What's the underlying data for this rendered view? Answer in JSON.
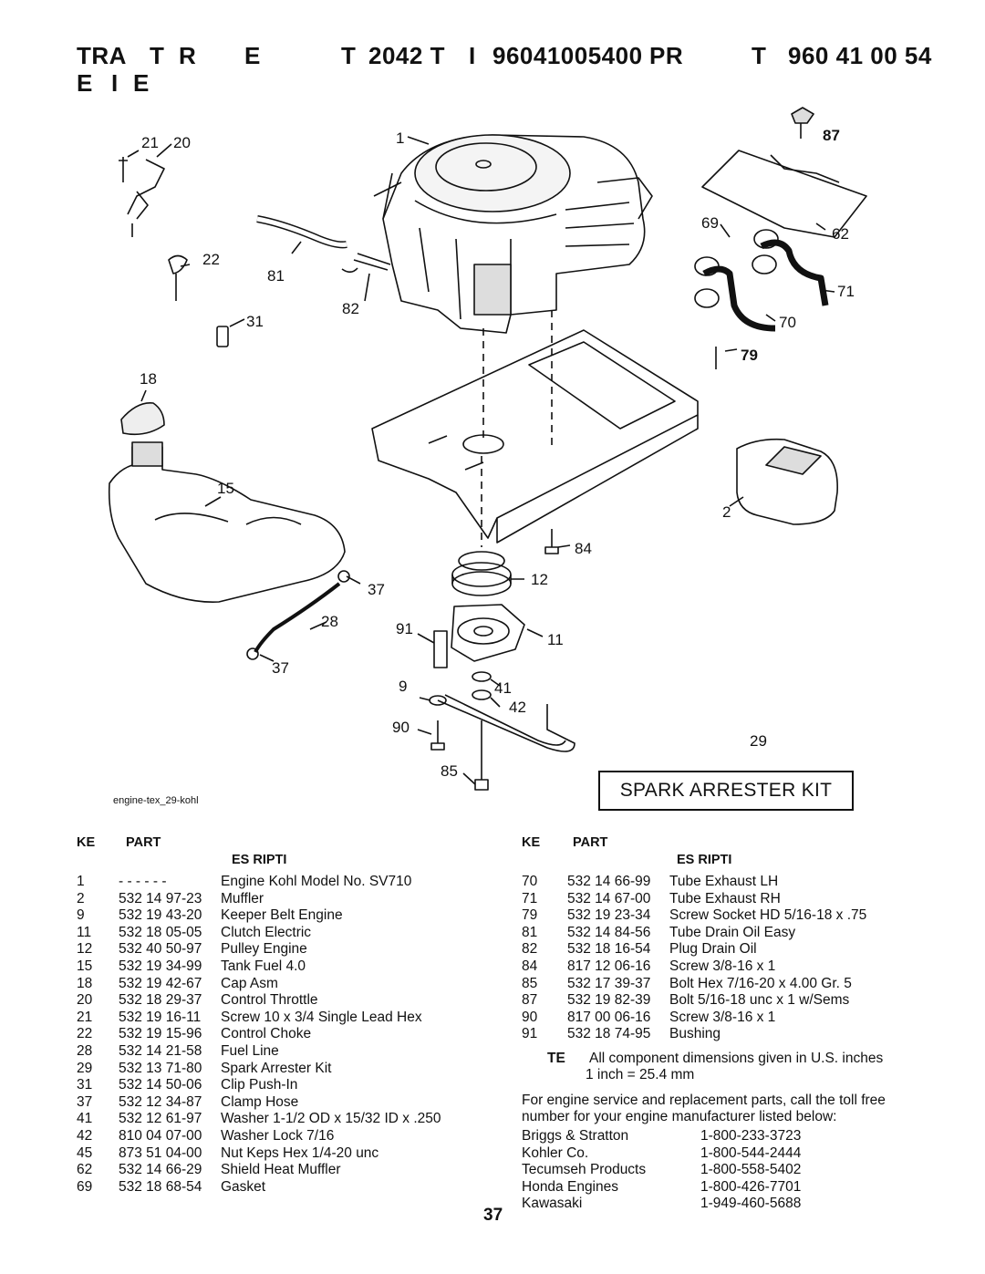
{
  "header": {
    "line1": [
      "TRA",
      "T",
      "R",
      "E",
      "T",
      "2042 T",
      "I",
      "96041005400",
      "PR",
      "T",
      "960 41 00 54"
    ],
    "line2": [
      "E",
      "I",
      "E"
    ]
  },
  "callouts": [
    "21",
    "20",
    "1",
    "87",
    "22",
    "81",
    "82",
    "31",
    "69",
    "62",
    "71",
    "70",
    "79",
    "18",
    "15",
    "2",
    "84",
    "12",
    "37",
    "28",
    "91",
    "11",
    "9",
    "41",
    "42",
    "90",
    "29",
    "85",
    "37"
  ],
  "caption": "engine-tex_29-kohl",
  "kit_label": "SPARK ARRESTER KIT",
  "table_header": {
    "key": "KE",
    "part": "PART",
    "desc": "ES RIPTI"
  },
  "left_parts": [
    {
      "key": "1",
      "part": "- - - - - -",
      "desc": "Engine Kohl Model No. SV710"
    },
    {
      "key": "2",
      "part": "532 14 97-23",
      "desc": "Muffler"
    },
    {
      "key": "9",
      "part": "532 19 43-20",
      "desc": "Keeper Belt Engine"
    },
    {
      "key": "11",
      "part": "532 18 05-05",
      "desc": "Clutch Electric"
    },
    {
      "key": "12",
      "part": "532 40 50-97",
      "desc": "Pulley Engine"
    },
    {
      "key": "15",
      "part": "532 19 34-99",
      "desc": "Tank Fuel 4.0"
    },
    {
      "key": "18",
      "part": "532 19 42-67",
      "desc": "Cap Asm"
    },
    {
      "key": "20",
      "part": "532 18 29-37",
      "desc": "Control Throttle"
    },
    {
      "key": "21",
      "part": "532 19 16-11",
      "desc": "Screw 10 x 3/4 Single Lead Hex"
    },
    {
      "key": "22",
      "part": "532 19 15-96",
      "desc": "Control Choke"
    },
    {
      "key": "28",
      "part": "532 14 21-58",
      "desc": "Fuel Line"
    },
    {
      "key": "29",
      "part": "532 13 71-80",
      "desc": "Spark Arrester Kit"
    },
    {
      "key": "31",
      "part": "532 14 50-06",
      "desc": "Clip Push-In"
    },
    {
      "key": "37",
      "part": "532 12 34-87",
      "desc": "Clamp Hose"
    },
    {
      "key": "41",
      "part": "532 12 61-97",
      "desc": "Washer 1-1/2 OD x 15/32 ID x .250"
    },
    {
      "key": "42",
      "part": "810 04 07-00",
      "desc": "Washer Lock 7/16"
    },
    {
      "key": "45",
      "part": "873 51 04-00",
      "desc": "Nut Keps Hex 1/4-20 unc"
    },
    {
      "key": "62",
      "part": "532 14 66-29",
      "desc": "Shield Heat Muffler"
    },
    {
      "key": "69",
      "part": "532 18 68-54",
      "desc": "Gasket"
    }
  ],
  "right_parts": [
    {
      "key": "70",
      "part": "532 14 66-99",
      "desc": "Tube Exhaust LH"
    },
    {
      "key": "71",
      "part": "532 14 67-00",
      "desc": "Tube Exhaust RH"
    },
    {
      "key": "79",
      "part": "532 19 23-34",
      "desc": "Screw Socket HD 5/16-18 x .75"
    },
    {
      "key": "81",
      "part": "532 14 84-56",
      "desc": "Tube Drain Oil Easy"
    },
    {
      "key": "82",
      "part": "532 18 16-54",
      "desc": "Plug Drain Oil"
    },
    {
      "key": "84",
      "part": "817 12 06-16",
      "desc": "Screw 3/8-16 x 1"
    },
    {
      "key": "85",
      "part": "532 17 39-37",
      "desc": "Bolt Hex 7/16-20 x 4.00 Gr. 5"
    },
    {
      "key": "87",
      "part": "532 19 82-39",
      "desc": "Bolt 5/16-18 unc x 1 w/Sems"
    },
    {
      "key": "90",
      "part": "817 00 06-16",
      "desc": "Screw 3/8-16 x 1"
    },
    {
      "key": "91",
      "part": "532 18 74-95",
      "desc": "Bushing"
    }
  ],
  "note": {
    "label": "TE",
    "line1": "All component dimensions given in U.S. inches",
    "line2": "1 inch = 25.4 mm"
  },
  "service": {
    "line1": "For engine service and replacement parts, call the toll free",
    "line2": "number for your engine manufacturer listed below:",
    "manufacturers": [
      {
        "name": "Briggs & Stratton",
        "phone": "1-800-233-3723"
      },
      {
        "name": "Kohler Co.",
        "phone": "1-800-544-2444"
      },
      {
        "name": "Tecumseh Products",
        "phone": "1-800-558-5402"
      },
      {
        "name": "Honda Engines",
        "phone": "1-800-426-7701"
      },
      {
        "name": "Kawasaki",
        "phone": "1-949-460-5688"
      }
    ]
  },
  "page_number": "37"
}
